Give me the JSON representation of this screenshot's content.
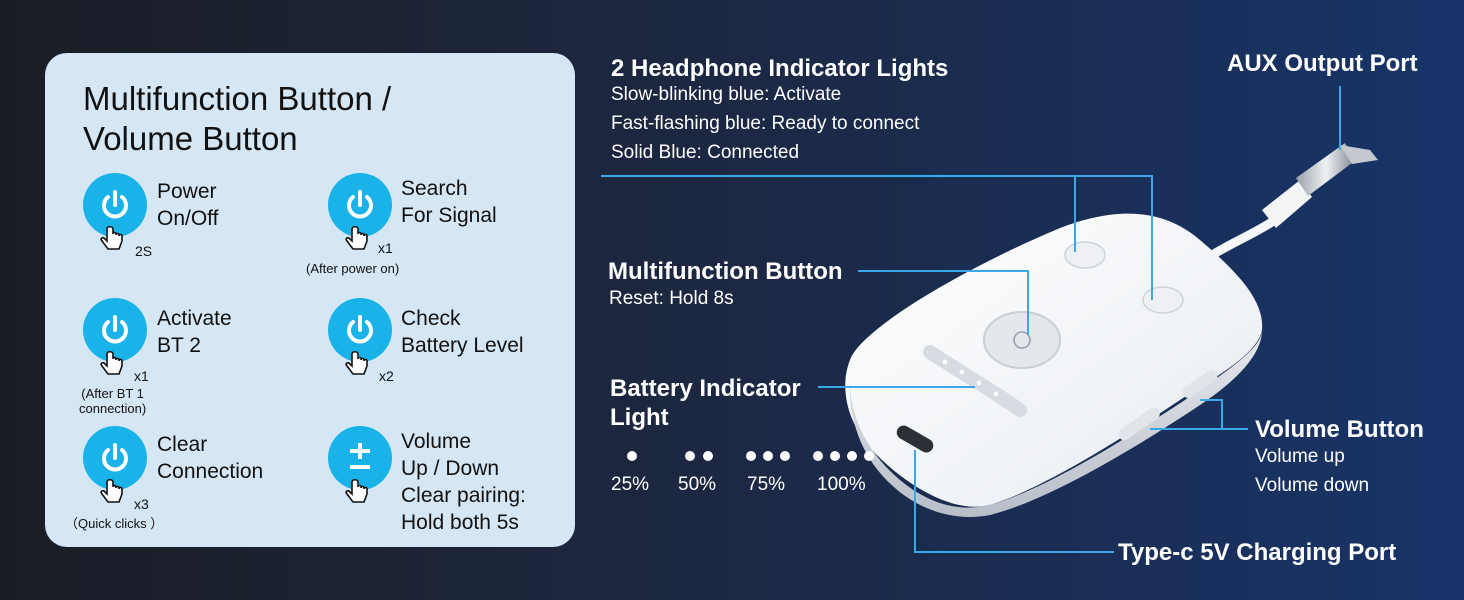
{
  "panel": {
    "title_line1": "Multifunction Button /",
    "title_line2": "Volume Button",
    "items": [
      {
        "label_line1": "Power",
        "label_line2": "On/Off",
        "count": "2S",
        "note": ""
      },
      {
        "label_line1": "Search",
        "label_line2": "For Signal",
        "count": "x1",
        "note": "(After power on)"
      },
      {
        "label_line1": "Activate",
        "label_line2": "BT 2",
        "count": "x1",
        "note_line1": "(After BT 1",
        "note_line2": "connection)"
      },
      {
        "label_line1": "Check",
        "label_line2": "Battery Level",
        "count": "x2",
        "note": ""
      },
      {
        "label_line1": "Clear",
        "label_line2": "Connection",
        "count": "x3",
        "note": "（Quick clicks ）"
      },
      {
        "label_line1": "Volume",
        "label_line2": "Up / Down",
        "label_line3": "Clear pairing:",
        "label_line4": "Hold both 5s"
      }
    ]
  },
  "callouts": {
    "headphone": {
      "title": "2 Headphone Indicator Lights",
      "lines": [
        "Slow-blinking blue: Activate",
        "Fast-flashing blue: Ready to connect",
        "Solid Blue: Connected"
      ]
    },
    "aux": {
      "title": "AUX Output Port"
    },
    "multifunction": {
      "title": "Multifunction Button",
      "line": "Reset: Hold 8s"
    },
    "battery": {
      "title_line1": "Battery Indicator",
      "title_line2": "Light",
      "levels": [
        "25%",
        "50%",
        "75%",
        "100%"
      ]
    },
    "volume": {
      "title": "Volume Button",
      "line1": "Volume up",
      "line2": "Volume down"
    },
    "charging": {
      "title": "Type-c 5V Charging Port"
    }
  },
  "colors": {
    "accent": "#19b3ea",
    "panel_bg": "#d5e6f4",
    "leader_line": "#3aa7e6"
  },
  "icons": [
    "power-icon",
    "plus-minus-icon",
    "hand-tap-icon"
  ]
}
